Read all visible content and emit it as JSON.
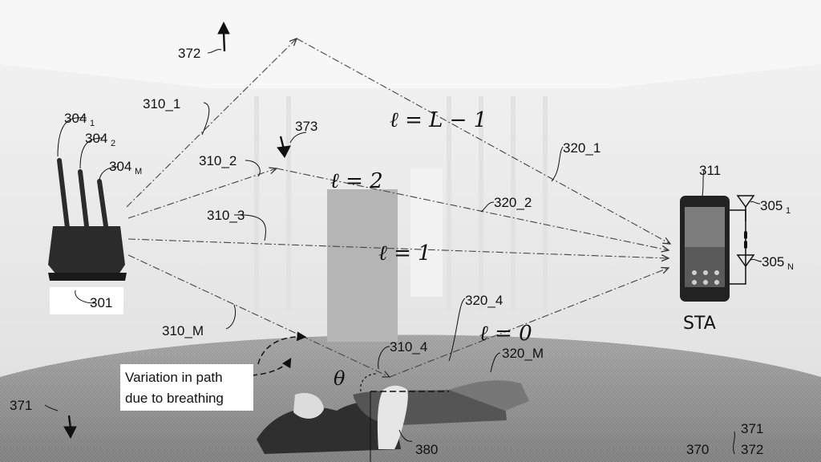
{
  "refs": {
    "ant1": "304",
    "ant1_sub": "1",
    "ant2": "304",
    "ant2_sub": "2",
    "antM": "304",
    "antM_sub": "M",
    "router": "301",
    "sta_device": "311",
    "sta_ant1": "305",
    "sta_ant1_sub": "1",
    "sta_antN": "305",
    "sta_antN_sub": "N",
    "path_310_1": "310_1",
    "path_310_2": "310_2",
    "path_310_3": "310_3",
    "path_310_4": "310_4",
    "path_310_M": "310_M",
    "path_320_1": "320_1",
    "path_320_2": "320_2",
    "path_320_4": "320_4",
    "path_320_M": "320_M",
    "ref_372_top": "372",
    "ref_373": "373",
    "ref_371_left": "371",
    "ref_380": "380",
    "ref_370": "370",
    "ref_371_br": "371",
    "ref_372_br": "372"
  },
  "paths": {
    "l_top": "ℓ = L − 1",
    "l_2": "ℓ = 2",
    "l_1": "ℓ = 1",
    "l_0": "ℓ = 0",
    "theta": "θ"
  },
  "text": {
    "sta": "STA",
    "breathing_line1": "Variation in path",
    "breathing_line2": "due to breathing"
  },
  "colors": {
    "floor": "#8a8a8a",
    "wall": "#e9e9e9",
    "obstacle": "#b5b5b5",
    "router": "#2b2b2b",
    "phone": "#222222",
    "line": "#444444"
  }
}
